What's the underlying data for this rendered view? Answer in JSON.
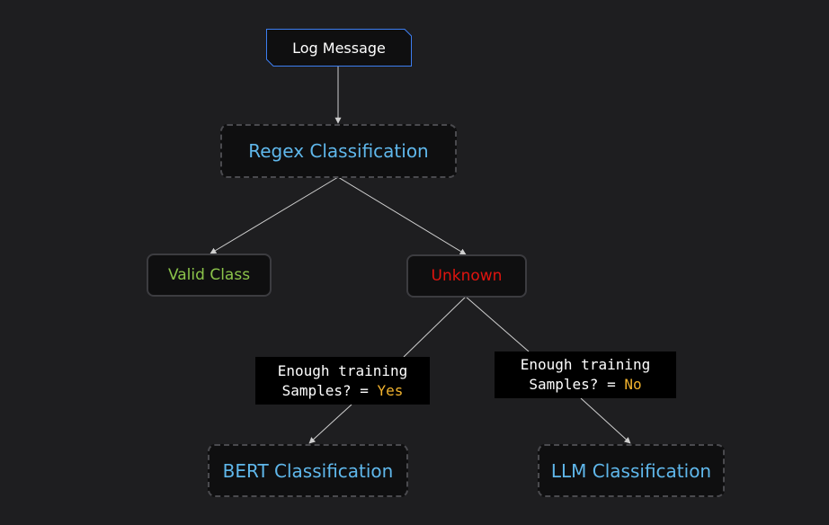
{
  "nodes": {
    "log_message": "Log Message",
    "regex": "Regex Classification",
    "valid": "Valid Class",
    "unknown": "Unknown",
    "bert": "BERT Classification",
    "llm": "LLM Classification"
  },
  "decisions": {
    "yes": {
      "line1": "Enough training",
      "line2_prefix": "Samples? = ",
      "answer": "Yes"
    },
    "no": {
      "line1": "Enough training",
      "line2_prefix": "Samples? = ",
      "answer": "No"
    }
  },
  "colors": {
    "background": "#1e1e20",
    "title_blue": "#5fb7eb",
    "valid_green": "#8bc34a",
    "unknown_red": "#e0140f",
    "answer_yellow": "#f2b32e",
    "edge": "#cfcfcf",
    "root_border": "#3d7ef0"
  }
}
